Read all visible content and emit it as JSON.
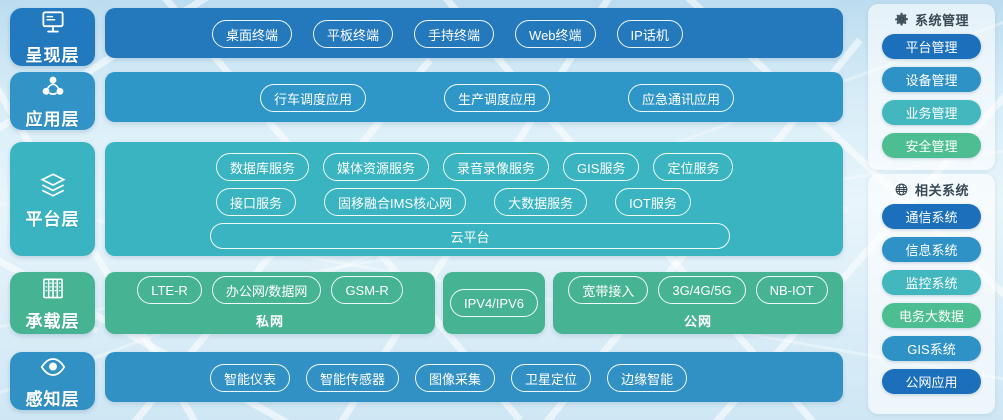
{
  "background": {
    "style": "sky-with-network-lines",
    "base_color": "#d6ecf7"
  },
  "layers": [
    {
      "id": "presentation",
      "name": "呈现层",
      "icon": "monitor-icon",
      "label_color": "#2279BD",
      "bar_color": "#2379BC",
      "items": [
        "桌面终端",
        "平板终端",
        "手持终端",
        "Web终端",
        "IP话机"
      ]
    },
    {
      "id": "application",
      "name": "应用层",
      "icon": "network-nodes-icon",
      "label_color": "#3293C6",
      "bar_color": "#2F96C8",
      "items": [
        "行车调度应用",
        "生产调度应用",
        "应急通讯应用"
      ]
    },
    {
      "id": "platform",
      "name": "平台层",
      "icon": "layers-icon",
      "label_color": "#39B4C0",
      "bar_color": "#39B4C0",
      "row1": [
        "数据库服务",
        "媒体资源服务",
        "录音录像服务",
        "GIS服务",
        "定位服务"
      ],
      "row2": [
        "接口服务",
        "固移融合IMS核心网",
        "大数据服务",
        "IOT服务"
      ],
      "row3": "云平台"
    },
    {
      "id": "bearer",
      "name": "承载层",
      "icon": "server-rack-icon",
      "label_color": "#46B392",
      "bar_color": "#46B392",
      "groups": [
        {
          "title": "私网",
          "items": [
            "LTE-R",
            "办公网/数据网",
            "GSM-R"
          ]
        },
        {
          "title": "",
          "items": [
            "IPV4/IPV6"
          ]
        },
        {
          "title": "公网",
          "items": [
            "宽带接入",
            "3G/4G/5G",
            "NB-IOT"
          ]
        }
      ]
    },
    {
      "id": "perception",
      "name": "感知层",
      "icon": "eye-icon",
      "label_color": "#3291C4",
      "bar_color": "#3291C4",
      "items": [
        "智能仪表",
        "智能传感器",
        "图像采集",
        "卫星定位",
        "边缘智能"
      ]
    }
  ],
  "sidebar": {
    "panels": [
      {
        "id": "system-management",
        "title": "系统管理",
        "icon": "gear-icon",
        "items": [
          {
            "label": "平台管理",
            "color": "#1C6FBA"
          },
          {
            "label": "设备管理",
            "color": "#2F92C6"
          },
          {
            "label": "业务管理",
            "color": "#42B7BD"
          },
          {
            "label": "安全管理",
            "color": "#4DBE92"
          }
        ]
      },
      {
        "id": "related-systems",
        "title": "相关系统",
        "icon": "globe-icon",
        "items": [
          {
            "label": "通信系统",
            "color": "#1C6FBA"
          },
          {
            "label": "信息系统",
            "color": "#2F92C6"
          },
          {
            "label": "监控系统",
            "color": "#42B7BD"
          },
          {
            "label": "电务大数据",
            "color": "#4DBE92"
          },
          {
            "label": "GIS系统",
            "color": "#2F92C6"
          },
          {
            "label": "公网应用",
            "color": "#1C6FBA"
          }
        ]
      }
    ]
  }
}
